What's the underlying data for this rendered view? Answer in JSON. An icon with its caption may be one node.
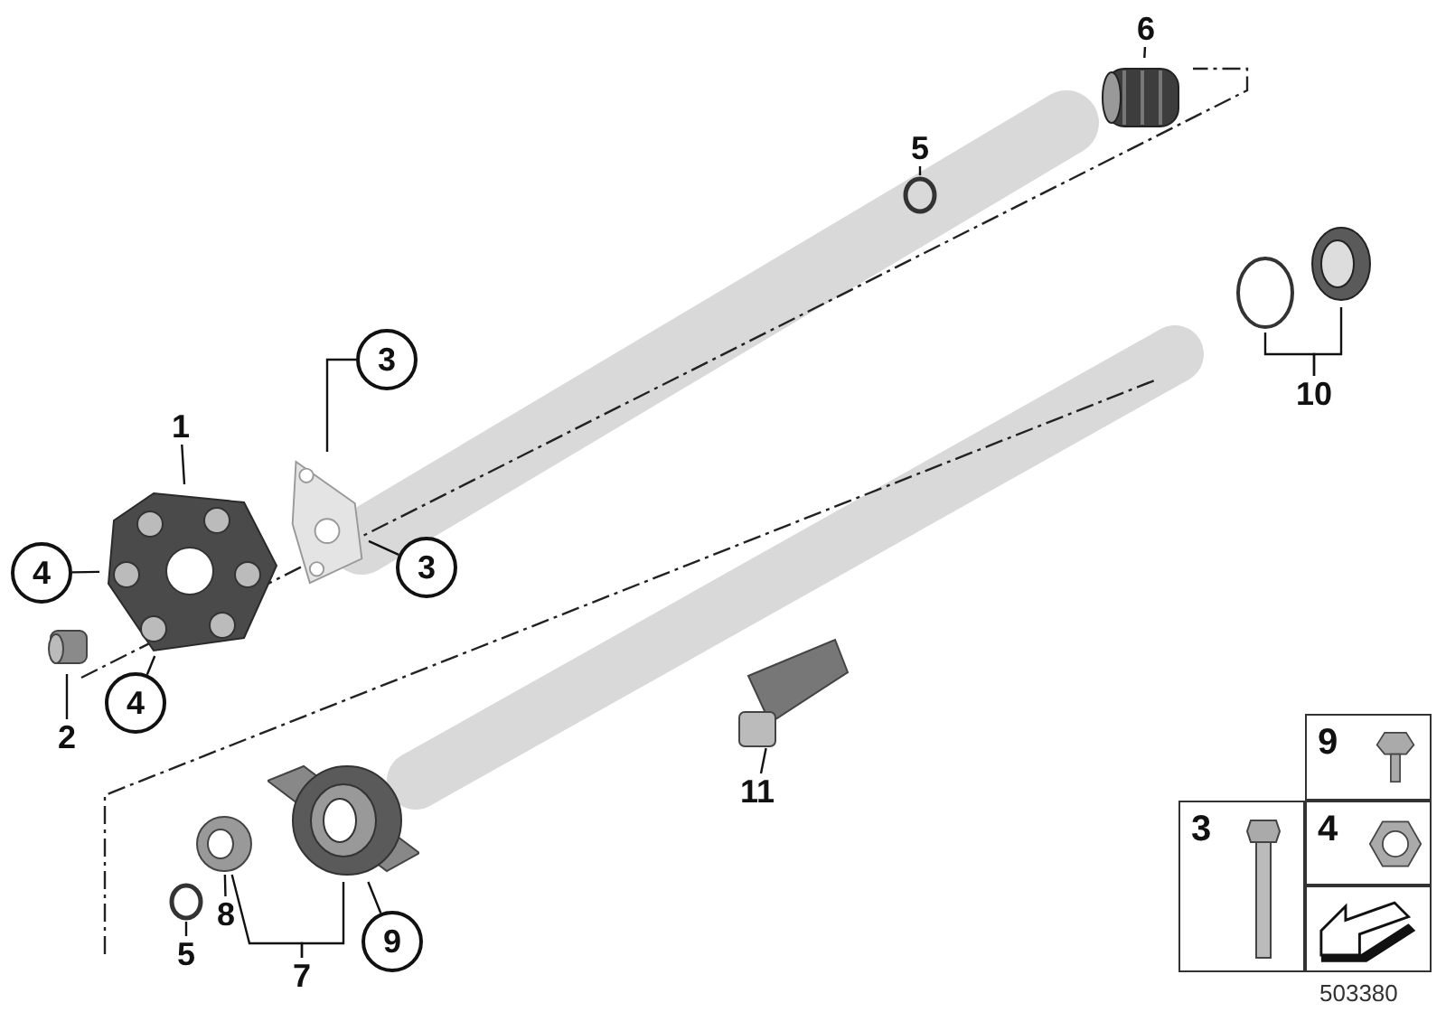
{
  "diagram": {
    "nodes": [
      {
        "text": [
          "1"
        ]
      },
      {
        "text": [],
        "shape": "picture"
      },
      {
        "text": [
          "4"
        ]
      },
      {
        "text": [
          "4"
        ]
      },
      {
        "text": [
          "2"
        ]
      },
      {
        "text": [],
        "shape": "picture"
      },
      {
        "text": [
          "3"
        ]
      },
      {
        "text": [
          "3"
        ]
      },
      {
        "text": [],
        "shape": "picture"
      },
      {
        "text": [
          "5"
        ]
      },
      {
        "text": [],
        "shape": "circle"
      },
      {
        "text": [
          "6"
        ]
      },
      {
        "text": [],
        "shape": "picture"
      },
      {
        "text": [],
        "shape": "circle"
      },
      {
        "text": [],
        "shape": "picture"
      },
      {
        "text": [
          "10"
        ]
      },
      {
        "text": [],
        "shape": "picture"
      },
      {
        "text": [
          "11"
        ]
      },
      {
        "text": [],
        "shape": "picture"
      },
      {
        "text": [],
        "shape": "picture"
      },
      {
        "text": [],
        "shape": "circle"
      },
      {
        "text": [
          "5"
        ]
      },
      {
        "text": [
          "8"
        ]
      },
      {
        "text": [
          "7"
        ]
      },
      {
        "text": [
          "9"
        ]
      },
      {
        "text": [
          "9"
        ]
      },
      {
        "text": [
          "3"
        ]
      },
      {
        "text": [
          "4"
        ]
      },
      {
        "text": [],
        "shape": "box"
      }
    ],
    "edges": [
      {
        "from": 0,
        "to": 1,
        "arrow": "none"
      },
      {
        "from": 2,
        "to": 1,
        "arrow": "none"
      },
      {
        "from": 3,
        "to": 1,
        "arrow": "none"
      },
      {
        "from": 4,
        "to": 5,
        "arrow": "none"
      },
      {
        "from": 6,
        "to": 8,
        "arrow": "none"
      },
      {
        "from": 7,
        "to": 8,
        "arrow": "none"
      },
      {
        "from": 9,
        "to": 10,
        "arrow": "none"
      },
      {
        "from": 11,
        "to": 12,
        "arrow": "none"
      },
      {
        "from": 15,
        "to": 13,
        "arrow": "none"
      },
      {
        "from": 15,
        "to": 14,
        "arrow": "none"
      },
      {
        "from": 17,
        "to": 16,
        "arrow": "none"
      },
      {
        "from": 21,
        "to": 20,
        "arrow": "none"
      },
      {
        "from": 22,
        "to": 19,
        "arrow": "none"
      },
      {
        "from": 23,
        "to": 19,
        "arrow": "none"
      },
      {
        "from": 23,
        "to": 18,
        "arrow": "none"
      },
      {
        "from": 24,
        "to": 18,
        "arrow": "none"
      }
    ],
    "labels": [
      "503380"
    ]
  }
}
